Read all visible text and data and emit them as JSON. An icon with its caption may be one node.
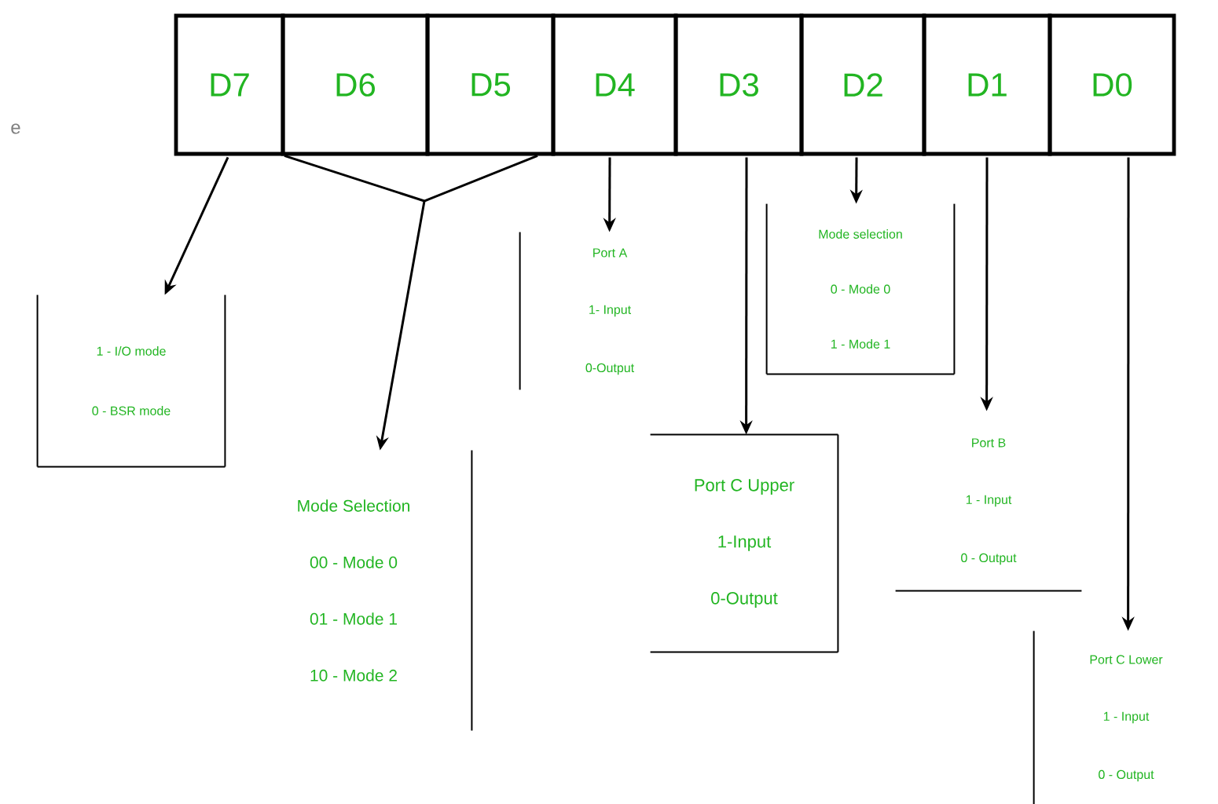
{
  "diagram": {
    "nodes": [
      {
        "text": [
          "D7"
        ]
      },
      {
        "text": [
          "D6"
        ]
      },
      {
        "text": [
          "D5"
        ]
      },
      {
        "text": [
          "D4"
        ]
      },
      {
        "text": [
          "D3"
        ]
      },
      {
        "text": [
          "D2"
        ]
      },
      {
        "text": [
          "D1"
        ]
      },
      {
        "text": [
          "D0"
        ]
      },
      {
        "text": [
          "1 - I/O mode",
          "0 - BSR mode"
        ]
      },
      {
        "text": [
          "Mode Selection",
          "00 - Mode 0",
          "01 - Mode 1",
          "10 - Mode 2"
        ]
      },
      {
        "text": [
          "Port A",
          "1- Input",
          "0-Output"
        ]
      },
      {
        "text": [
          "Mode selection",
          "0 - Mode 0",
          "1 - Mode 1"
        ]
      },
      {
        "text": [
          "Port C Upper",
          "1-Input",
          "0-Output"
        ]
      },
      {
        "text": [
          "Port B",
          "1 - Input",
          "0 - Output"
        ]
      },
      {
        "text": [
          "Port C Lower",
          "1 - Input",
          "0 - Output"
        ]
      }
    ],
    "edges": [
      {
        "from": 0,
        "to": 8,
        "arrow": "to"
      },
      {
        "from": 1,
        "to": 9,
        "arrow": "to"
      },
      {
        "from": 2,
        "to": 9,
        "arrow": "to"
      },
      {
        "from": 3,
        "to": 10,
        "arrow": "to"
      },
      {
        "from": 4,
        "to": 12,
        "arrow": "to"
      },
      {
        "from": 5,
        "to": 11,
        "arrow": "to"
      },
      {
        "from": 6,
        "to": 13,
        "arrow": "to"
      },
      {
        "from": 7,
        "to": 14,
        "arrow": "to"
      }
    ],
    "labels": [
      "e"
    ]
  }
}
